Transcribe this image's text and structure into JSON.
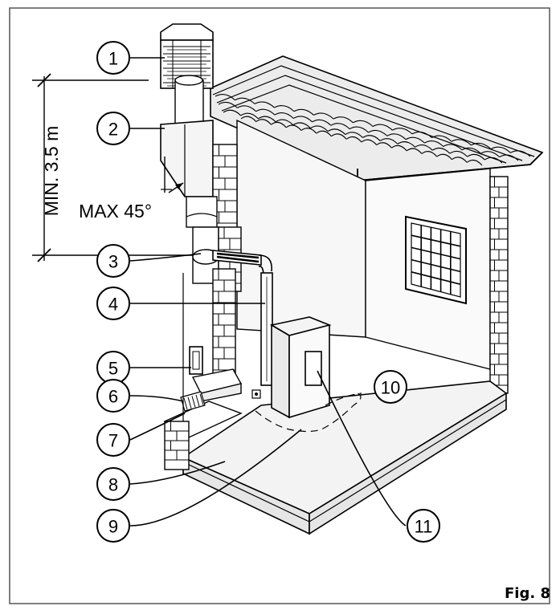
{
  "dimension_label": "MIN. 3.5 m",
  "angle_label": "MAX 45°",
  "figure_label": "Fig. 8",
  "callouts": [
    "1",
    "2",
    "3",
    "4",
    "5",
    "6",
    "7",
    "8",
    "9",
    "10",
    "11"
  ]
}
